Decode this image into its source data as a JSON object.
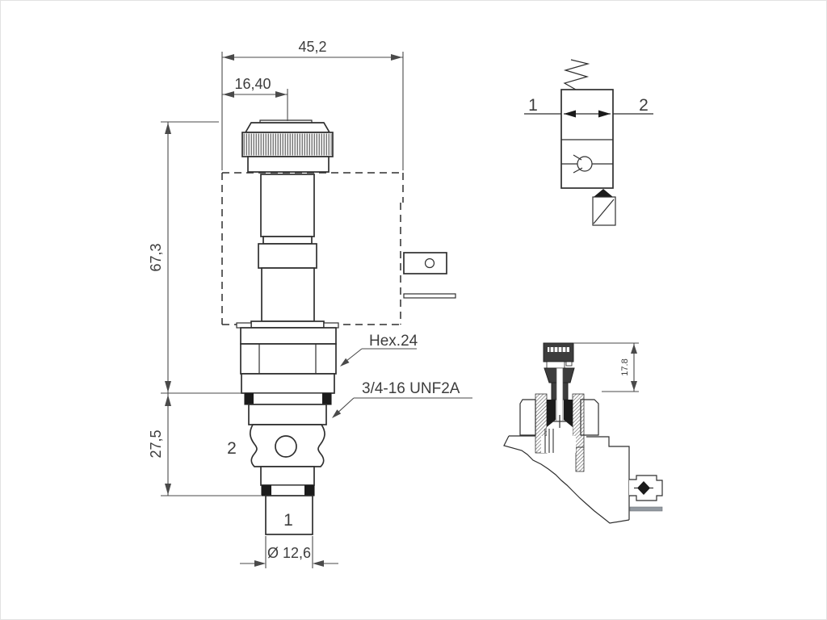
{
  "main_drawing": {
    "dim_width_total": "45,2",
    "dim_width_knob": "16,40",
    "dim_height_upper": "67,3",
    "dim_height_lower": "27,5",
    "label_hex": "Hex.24",
    "label_thread": "3/4-16 UNF2A",
    "dim_diameter": "Ø 12,6",
    "port_side": "2",
    "port_nose": "1"
  },
  "symbol": {
    "port_left": "1",
    "port_right": "2"
  },
  "section_view": {
    "dim_height": "17.8"
  },
  "colors": {
    "line": "#2f2f2f",
    "dim": "#4a4a4a",
    "text": "#3d3d3d",
    "dark": "#1b1b1b",
    "gray": "#939aa1",
    "bg": "#ffffff",
    "hatch": "#5a5a5a"
  }
}
